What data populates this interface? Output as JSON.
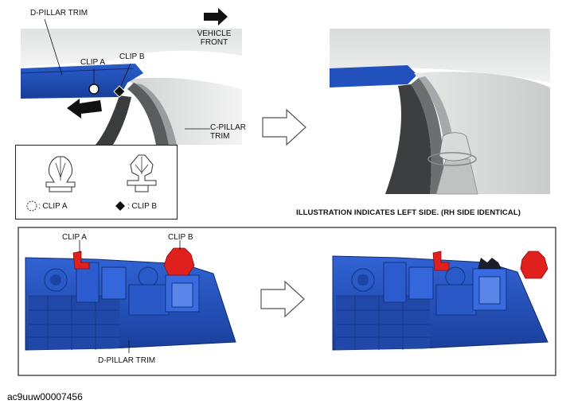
{
  "labels": {
    "d_pillar_trim_top": "D-PILLAR TRIM",
    "vehicle_front_line1": "VEHICLE",
    "vehicle_front_line2": "FRONT",
    "clip_a_top": "CLIP A",
    "clip_b_top": "CLIP B",
    "c_pillar_trim_line1": "C-PILLAR",
    "c_pillar_trim_line2": "TRIM",
    "legend_clip_a": ": CLIP A",
    "legend_clip_b": ": CLIP B",
    "clip_a_bottom": "CLIP A",
    "clip_b_bottom": "CLIP B",
    "d_pillar_trim_bottom": "D-PILLAR TRIM"
  },
  "note": "ILLUSTRATION INDICATES LEFT SIDE. (RH SIDE IDENTICAL)",
  "reference_code": "ac9uuw00007456",
  "colors": {
    "trim_blue": "#2450b8",
    "trim_blue_dark": "#163a8f",
    "clip_red": "#e0201c",
    "interior_gray": "#e9ebea"
  }
}
